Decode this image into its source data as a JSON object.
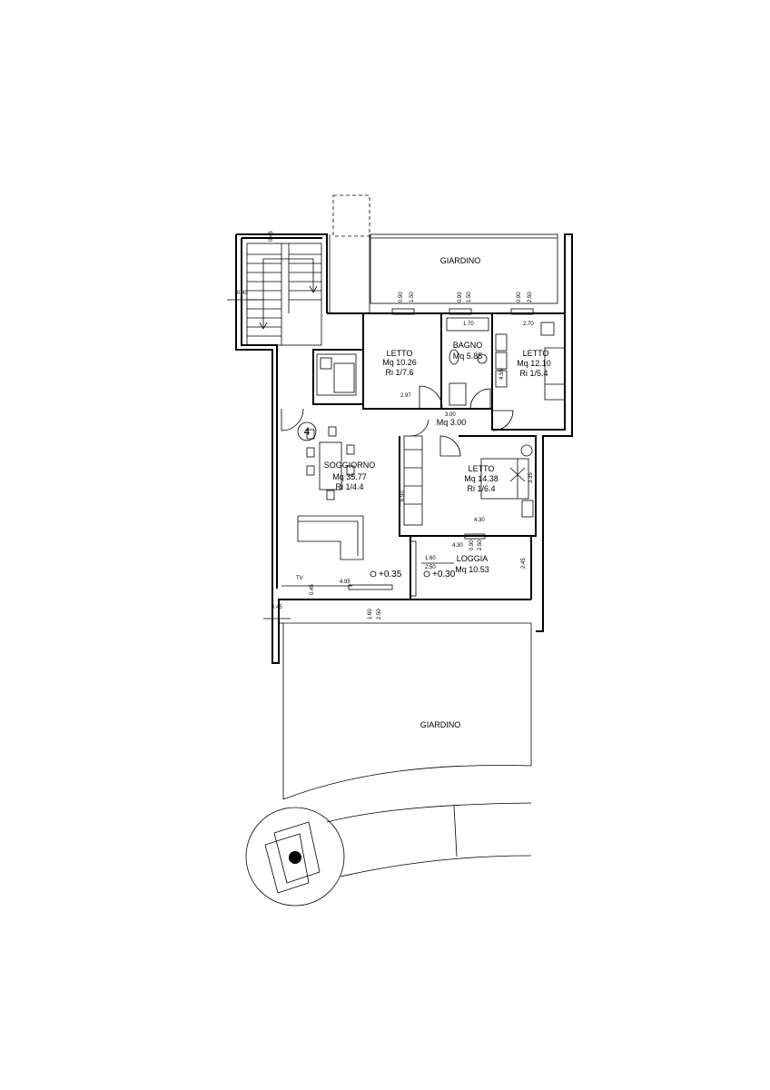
{
  "apartment_number": "4",
  "gardens": {
    "top": "GIARDINO",
    "bottom": "GIARDINO"
  },
  "rooms": {
    "letto_1": {
      "name": "LETTO",
      "area": "Mq 10.26",
      "ratio": "Ri 1/7.6"
    },
    "bagno": {
      "name": "BAGNO",
      "area": "Mq 5.85"
    },
    "letto_2": {
      "name": "LETTO",
      "area": "Mq 12.10",
      "ratio": "Ri 1/5.4"
    },
    "disimpegno": {
      "area": "Mq 3.00"
    },
    "soggiorno": {
      "name": "SOGGIORNO",
      "area": "Mq 35.77",
      "ratio": "Ri 1/4.4"
    },
    "letto_3": {
      "name": "LETTO",
      "area": "Mq 14.38",
      "ratio": "Ri 1/6.4"
    },
    "loggia": {
      "name": "LOGGIA",
      "area": "Mq 10.53"
    }
  },
  "levels": {
    "soggiorno": "+0.35",
    "loggia": "+0.30"
  },
  "tv_label": "TV",
  "dimensions": {
    "stair_top": "0.45",
    "stair_left": "0.45",
    "win1_a": "0.90",
    "win1_b": "1.50",
    "win2_a": "0.90",
    "win2_b": "1.50",
    "win3_a": "0.90",
    "win3_b": "2.50",
    "bagno_w": "1.70",
    "letto2_w": "2.70",
    "letto2_h": "4.55",
    "letto1_w": "2.97",
    "dis_w": "3.00",
    "sogg_h": "6.90",
    "letto3_h": "3.35",
    "letto3_w": "4.30",
    "loggia_w": "4.30",
    "loggia_win_a": "0.90",
    "loggia_win_b": "2.50",
    "loggia_win_c": "1.60",
    "loggia_win_d": "2.50",
    "loggia_h": "2.45",
    "sogg_w": "4.95",
    "tv_dim": "0.45",
    "bottom_left": "0.45",
    "bottom_a": "1.60",
    "bottom_b": "2.50"
  }
}
